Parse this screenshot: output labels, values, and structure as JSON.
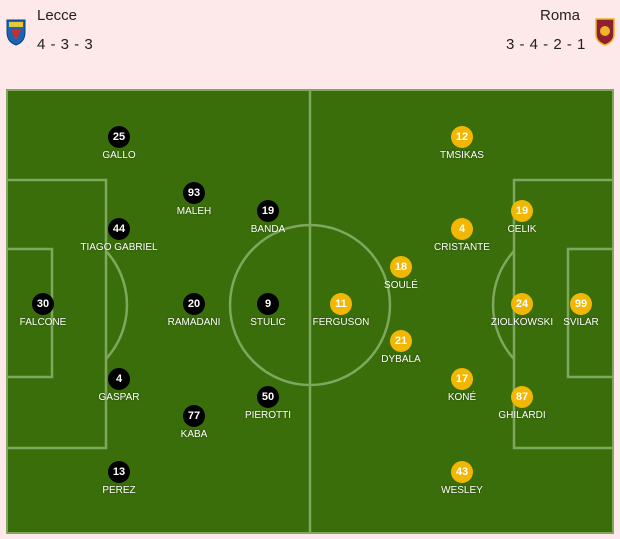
{
  "home": {
    "name": "Lecce",
    "formation": "4 - 3 - 3",
    "crest_icon": "lecce-crest-icon",
    "color": "#000000",
    "players": [
      {
        "number": "30",
        "name": "FALCONE"
      },
      {
        "number": "25",
        "name": "GALLO"
      },
      {
        "number": "44",
        "name": "TIAGO GABRIEL"
      },
      {
        "number": "4",
        "name": "GASPAR"
      },
      {
        "number": "13",
        "name": "PEREZ"
      },
      {
        "number": "93",
        "name": "MALEH"
      },
      {
        "number": "20",
        "name": "RAMADANI"
      },
      {
        "number": "77",
        "name": "KABA"
      },
      {
        "number": "19",
        "name": "BANDA"
      },
      {
        "number": "9",
        "name": "STULIC"
      },
      {
        "number": "50",
        "name": "PIEROTTI"
      }
    ]
  },
  "away": {
    "name": "Roma",
    "formation": "3 - 4 - 2 - 1",
    "crest_icon": "roma-crest-icon",
    "color": "#f2b705",
    "players": [
      {
        "number": "99",
        "name": "SVILAR"
      },
      {
        "number": "19",
        "name": "CELIK"
      },
      {
        "number": "24",
        "name": "ZIOLKOWSKI"
      },
      {
        "number": "87",
        "name": "GHILARDI"
      },
      {
        "number": "12",
        "name": "TMSIKAS"
      },
      {
        "number": "4",
        "name": "CRISTANTE"
      },
      {
        "number": "17",
        "name": "KONÉ"
      },
      {
        "number": "43",
        "name": "WESLEY"
      },
      {
        "number": "18",
        "name": "SOULÉ"
      },
      {
        "number": "21",
        "name": "DYBALA"
      },
      {
        "number": "11",
        "name": "FERGUSON"
      }
    ]
  },
  "colors": {
    "page_background": "#fde8ea",
    "pitch": "#3a6e0a",
    "lines": "#7fa85f"
  }
}
